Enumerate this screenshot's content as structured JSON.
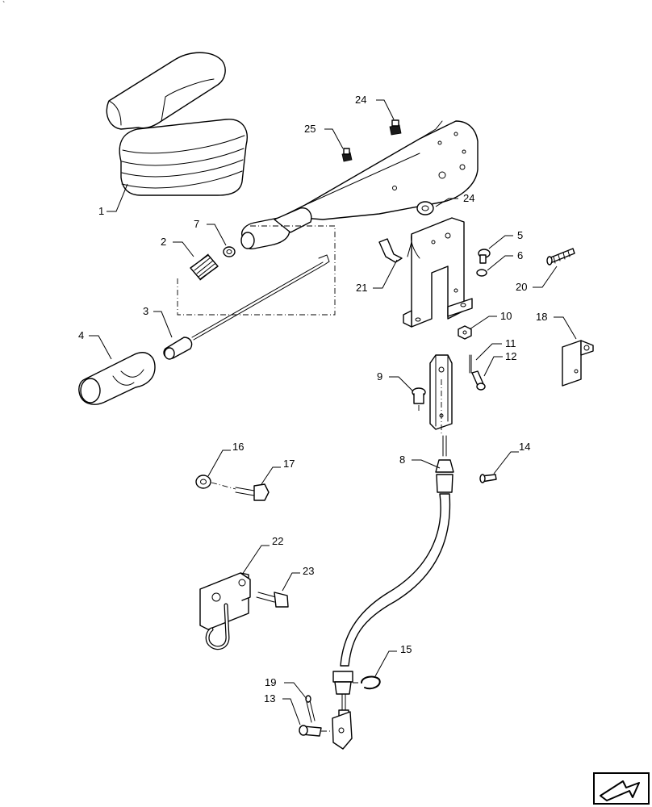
{
  "corner_mark": "`",
  "callouts": [
    {
      "id": "c1",
      "text": "1"
    },
    {
      "id": "c2",
      "text": "2"
    },
    {
      "id": "c3",
      "text": "3"
    },
    {
      "id": "c4",
      "text": "4"
    },
    {
      "id": "c5",
      "text": "5"
    },
    {
      "id": "c6",
      "text": "6"
    },
    {
      "id": "c7",
      "text": "7"
    },
    {
      "id": "c8",
      "text": "8"
    },
    {
      "id": "c9",
      "text": "9"
    },
    {
      "id": "c10",
      "text": "10"
    },
    {
      "id": "c11",
      "text": "11"
    },
    {
      "id": "c12",
      "text": "12"
    },
    {
      "id": "c13",
      "text": "13"
    },
    {
      "id": "c14",
      "text": "14"
    },
    {
      "id": "c15",
      "text": "15"
    },
    {
      "id": "c16",
      "text": "16"
    },
    {
      "id": "c17",
      "text": "17"
    },
    {
      "id": "c18",
      "text": "18"
    },
    {
      "id": "c19",
      "text": "19"
    },
    {
      "id": "c20",
      "text": "20"
    },
    {
      "id": "c21",
      "text": "21"
    },
    {
      "id": "c22",
      "text": "22"
    },
    {
      "id": "c23",
      "text": "23"
    },
    {
      "id": "c24a",
      "text": "24"
    },
    {
      "id": "c24b",
      "text": "24"
    },
    {
      "id": "c25",
      "text": "25"
    }
  ],
  "nav_icon": "next-page-arrow-icon"
}
